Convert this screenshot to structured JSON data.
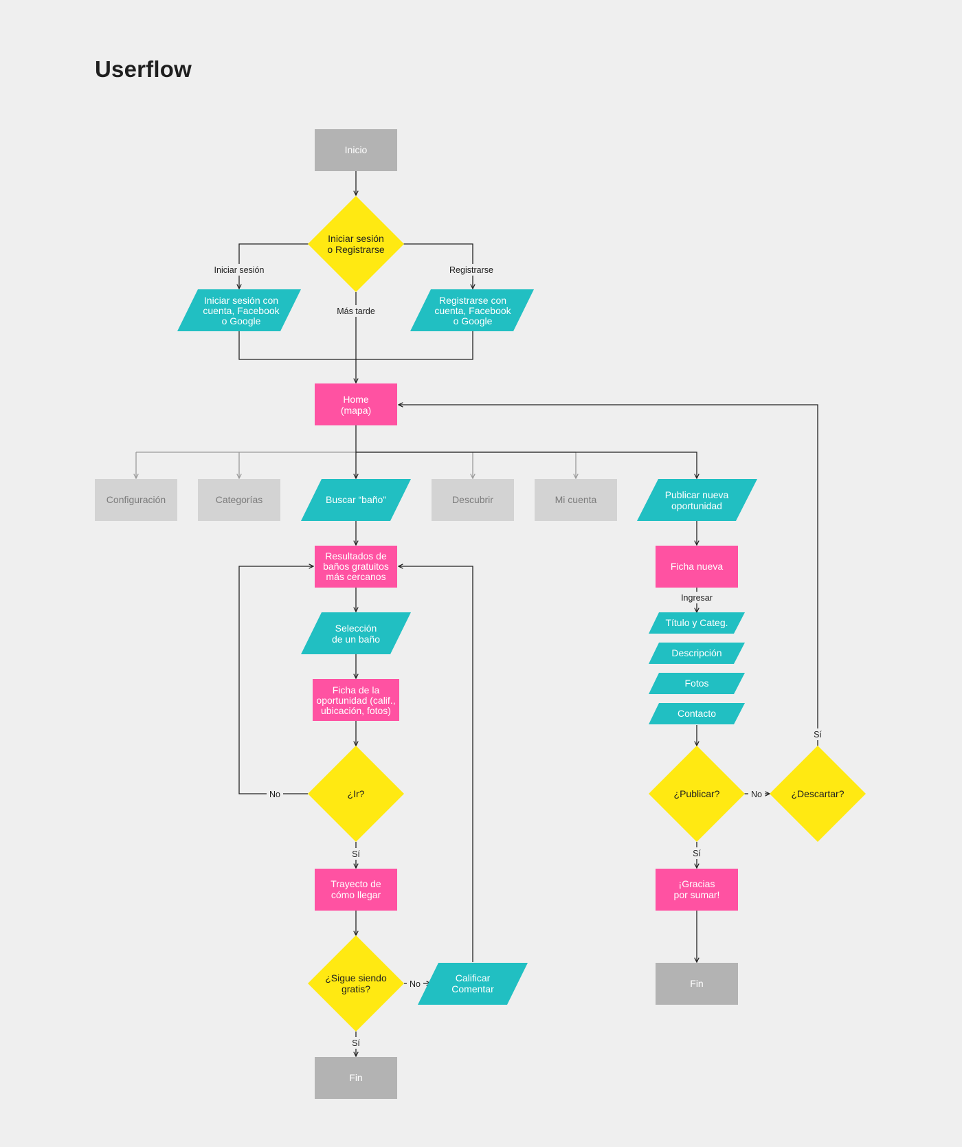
{
  "title": "Userflow",
  "colors": {
    "background": "#efefef",
    "start_end": "#b3b3b3",
    "decision": "#ffe912",
    "screen": "#ff52a2",
    "input": "#21bfc2",
    "inactive": "#d3d3d3",
    "line": "#222222",
    "line_muted": "#9a9a9a"
  },
  "nodes": {
    "inicio": "Inicio",
    "login_decision": [
      "Iniciar sesión",
      "o Registrarse"
    ],
    "login_input": [
      "Iniciar sesión con",
      "cuenta, Facebook",
      "o Google"
    ],
    "register_input": [
      "Registrarse con",
      "cuenta, Facebook",
      "o Google"
    ],
    "home": [
      "Home",
      "(mapa)"
    ],
    "configuracion": "Configuración",
    "categorias": "Categorías",
    "buscar": "Buscar “baño”",
    "descubrir": "Descubrir",
    "mi_cuenta": "Mi cuenta",
    "publicar_nueva": [
      "Publicar nueva",
      "oportunidad"
    ],
    "resultados": [
      "Resultados de",
      "baños gratuitos",
      "más cercanos"
    ],
    "seleccion": [
      "Selección",
      "de un baño"
    ],
    "ficha_oportunidad": [
      "Ficha de la",
      "oportunidad (calif.,",
      "ubicación, fotos)"
    ],
    "ir": "¿Ir?",
    "trayecto": [
      "Trayecto de",
      "cómo llegar"
    ],
    "sigue_gratis": [
      "¿Sigue siendo",
      "gratis?"
    ],
    "calificar": [
      "Calificar",
      "Comentar"
    ],
    "fin_left": "Fin",
    "ficha_nueva": "Ficha nueva",
    "titulo_categ": "Título y Categ.",
    "descripcion": "Descripción",
    "fotos": "Fotos",
    "contacto": "Contacto",
    "publicar_decision": "¿Publicar?",
    "descartar": "¿Descartar?",
    "gracias": [
      "¡Gracias",
      "por sumar!"
    ],
    "fin_right": "Fin"
  },
  "edge_labels": {
    "iniciar_sesion": "Iniciar sesión",
    "registrarse": "Registrarse",
    "mas_tarde": "Más tarde",
    "ingresar": "Ingresar",
    "no_ir": "No",
    "si_ir": "Sí",
    "no_gratis": "No",
    "si_gratis": "Sí",
    "no_publicar": "No",
    "si_publicar": "Sí",
    "si_descartar": "Sí"
  }
}
